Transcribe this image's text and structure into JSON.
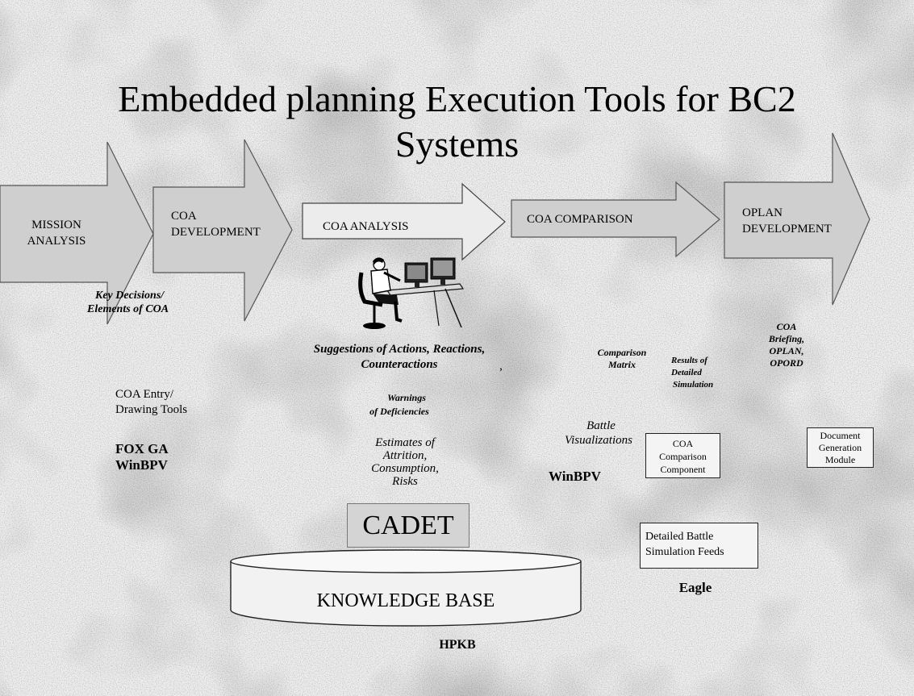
{
  "slide": {
    "title_line1": "Embedded planning Execution Tools for BC2",
    "title_line2": "Systems"
  },
  "process": {
    "arrows": [
      {
        "line1": "MISSION",
        "line2": "ANALYSIS"
      },
      {
        "line1": "COA",
        "line2": "DEVELOPMENT"
      },
      {
        "line1": "COA ANALYSIS",
        "line2": ""
      },
      {
        "line1": "COA COMPARISON",
        "line2": ""
      },
      {
        "line1": "OPLAN",
        "line2": "DEVELOPMENT"
      }
    ]
  },
  "outputs": {
    "key_decisions": {
      "line1": "Key Decisions/",
      "line2": "Elements of COA"
    },
    "suggestions": {
      "line1": "Suggestions of Actions, Reactions,",
      "line2": "Counteractions"
    },
    "stray_comma": ",",
    "warnings": {
      "line1": "Warnings",
      "line2": "of Deficiencies"
    },
    "estimates": {
      "line1": "Estimates of",
      "line2": "Attrition,",
      "line3": "Consumption,",
      "line4": "Risks"
    },
    "comparison_matrix": {
      "line1": "Comparison",
      "line2": "Matrix"
    },
    "results": {
      "line1": "Results of",
      "line2": "Detailed",
      "line3": "Simulation"
    },
    "briefing": {
      "line1": "COA",
      "line2": "Briefing,",
      "line3": "OPLAN,",
      "line4": "OPORD"
    },
    "battle_vis": {
      "line1": "Battle",
      "line2": "Visualizations"
    }
  },
  "tools": {
    "coa_entry": {
      "line1": "COA Entry/",
      "line2": "Drawing Tools"
    },
    "foxga": "FOX GA",
    "winbpv_left": "WinBPV",
    "winbpv_mid": "WinBPV",
    "cadet": "CADET",
    "coa_comp": {
      "line1": "COA",
      "line2": "Comparison",
      "line3": "Component"
    },
    "doc_gen": {
      "line1": "Document",
      "line2": "Generation",
      "line3": "Module"
    },
    "detailed_feeds": {
      "line1": "Detailed Battle",
      "line2": "Simulation Feeds"
    },
    "eagle": "Eagle",
    "kb": "KNOWLEDGE BASE",
    "hpkb": "HPKB"
  }
}
